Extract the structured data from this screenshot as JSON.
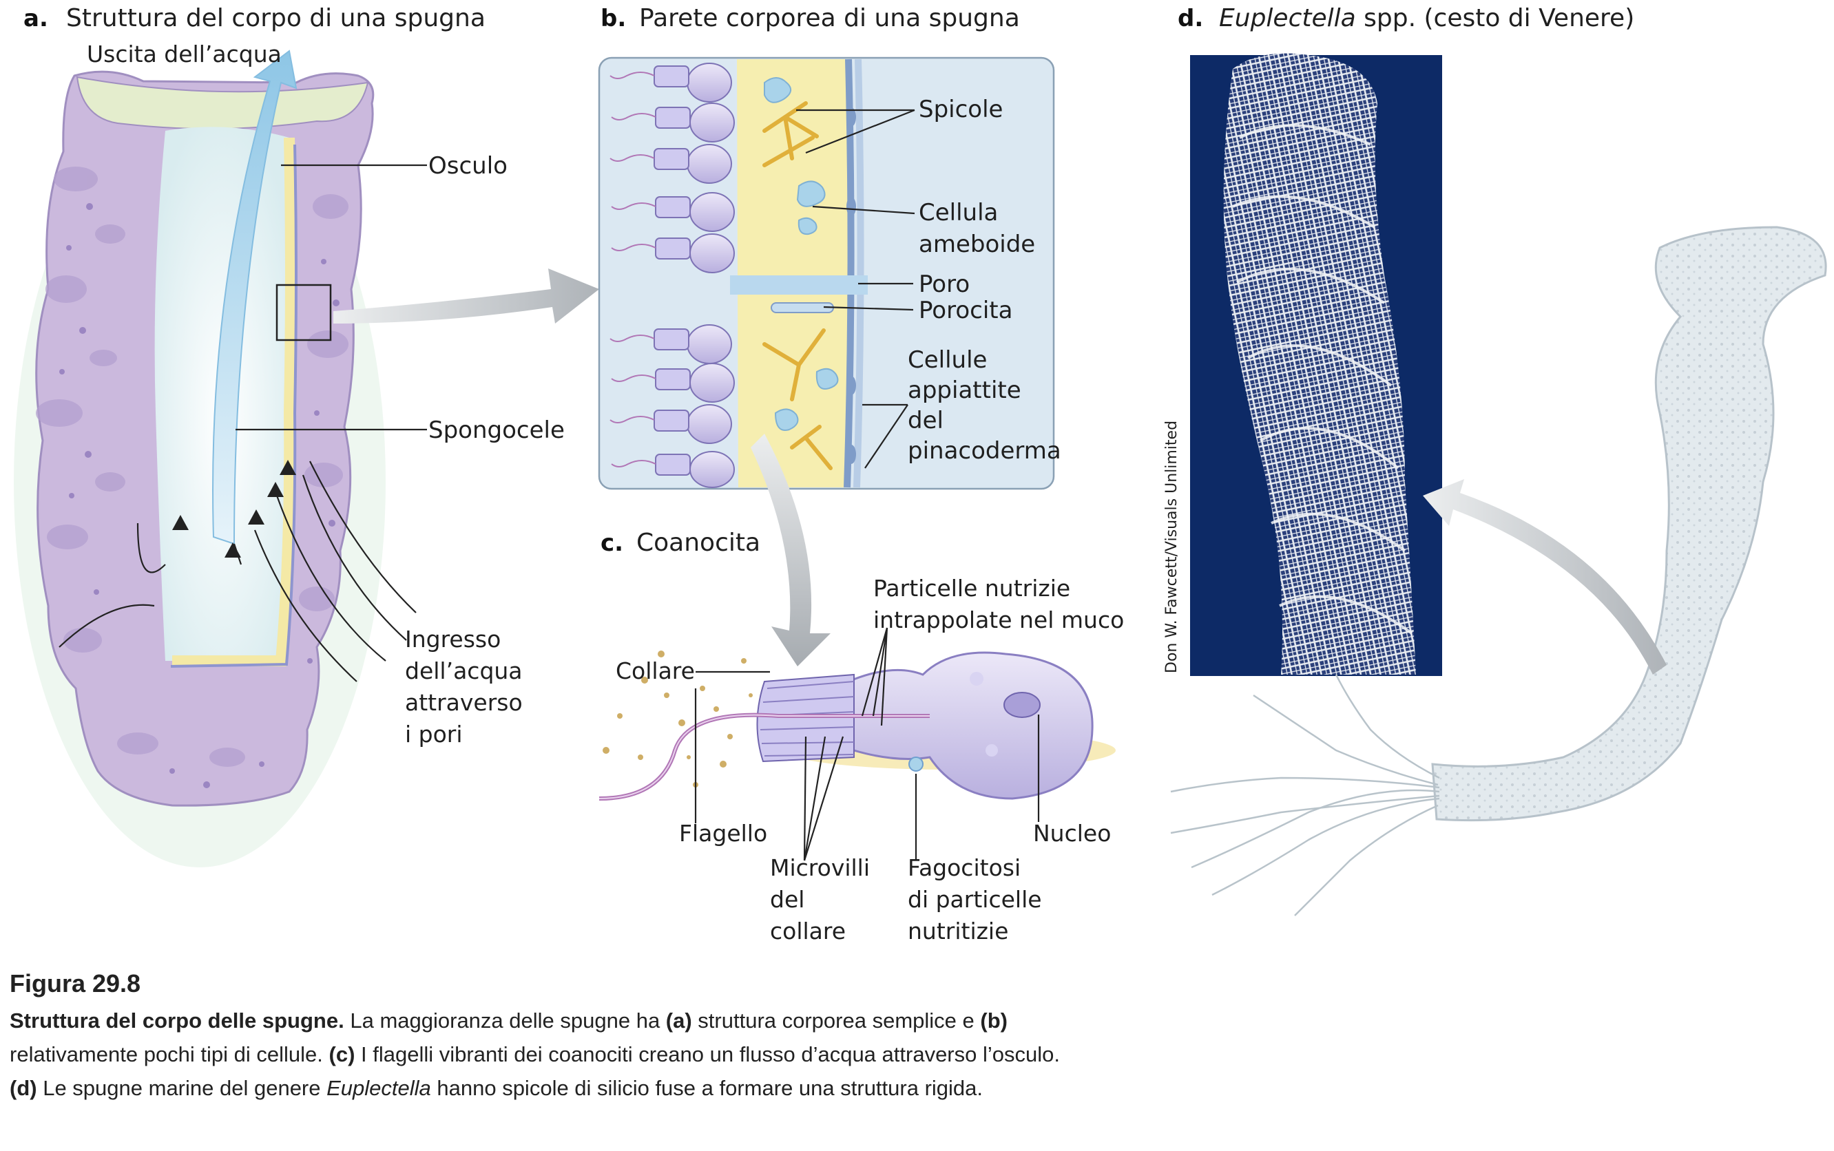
{
  "panels": {
    "a": {
      "letter": "a.",
      "title": "Struttura del corpo di una spugna",
      "labels": {
        "water_out": "Uscita dell’acqua",
        "osculum": "Osculo",
        "spongocoel": "Spongocele",
        "water_in": [
          "Ingresso",
          "dell’acqua",
          "attraverso",
          "i pori"
        ]
      }
    },
    "b": {
      "letter": "b.",
      "title": "Parete corporea di una spugna",
      "labels": {
        "spicules": "Spicole",
        "amoeboid": [
          "Cellula",
          "ameboide"
        ],
        "pore": "Poro",
        "porocyte": "Porocita",
        "flat_cells": [
          "Cellule",
          "appiattite",
          "del",
          "pinacoderma"
        ]
      }
    },
    "c": {
      "letter": "c.",
      "title": "Coanocita",
      "labels": {
        "food_particles": [
          "Particelle nutrizie",
          "intrappolate nel muco"
        ],
        "collar": "Collare",
        "flagellum": "Flagello",
        "microvilli": [
          "Microvilli",
          "del",
          "collare"
        ],
        "phagocytosis": [
          "Fagocitosi",
          "di particelle",
          "nutritizie"
        ],
        "nucleus": "Nucleo"
      }
    },
    "d": {
      "letter": "d.",
      "title_italic": "Euplectella",
      "title_rest": " spp. (cesto di Venere)",
      "photo_credit": "Don W. Fawcett/Visuals Unlimited"
    }
  },
  "caption": {
    "figure_number": "Figura 29.8",
    "bold_intro": "Struttura del corpo delle spugne.",
    "t1": " La maggioranza delle spugne ha ",
    "r_a": "(a)",
    "t2": " struttura corporea semplice e ",
    "r_b": "(b)",
    "t3": " relativamente pochi tipi di cellule. ",
    "r_c": "(c)",
    "t4": " I flagelli vibranti dei coanociti creano un flusso d’acqua attraverso l’osculo. ",
    "r_d": "(d)",
    "t5": " Le spugne marine del genere ",
    "genus": "Euplectella",
    "t6": " hanno spicole di silicio fuse a formare una struttura rigida."
  },
  "colors": {
    "sponge_purple": "#c9b8dc",
    "mesohyl_yellow": "#f7efb0",
    "water_blue": "#a9d3ea",
    "panel_blue": "#dbe9f3",
    "photo_navy": "#0d2a66",
    "basket_white": "#eef1f4",
    "arrow_grey": "#b9bdc2"
  }
}
